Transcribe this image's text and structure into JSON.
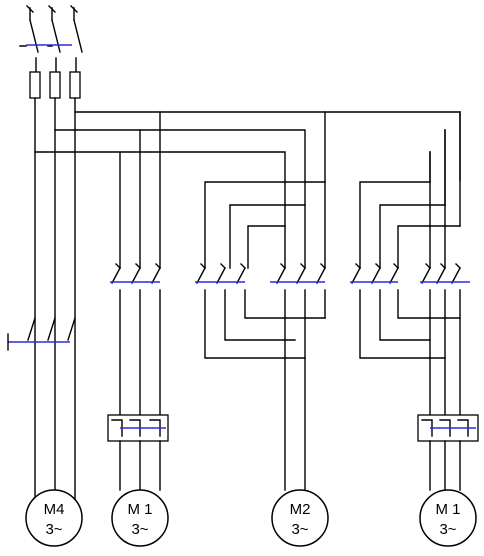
{
  "motors": [
    {
      "name": "M4",
      "phase": "3~"
    },
    {
      "name": "M 1",
      "phase": "3~"
    },
    {
      "name": "M2",
      "phase": "3~"
    },
    {
      "name": "M 1",
      "phase": "3~"
    }
  ],
  "colors": {
    "line": "#000000",
    "actuator": "#2a2ae0",
    "background": "#ffffff"
  },
  "components": {
    "supply_switch": "three-pole isolator",
    "fuses": "three fuses",
    "m4_switch": "three-pole manual switch",
    "m1_contactor": "three-pole contactor",
    "m2_reversing": "two contactor groups (star/delta)",
    "m1b_reversing": "two contactor groups",
    "overloads": "thermal overload relays"
  }
}
